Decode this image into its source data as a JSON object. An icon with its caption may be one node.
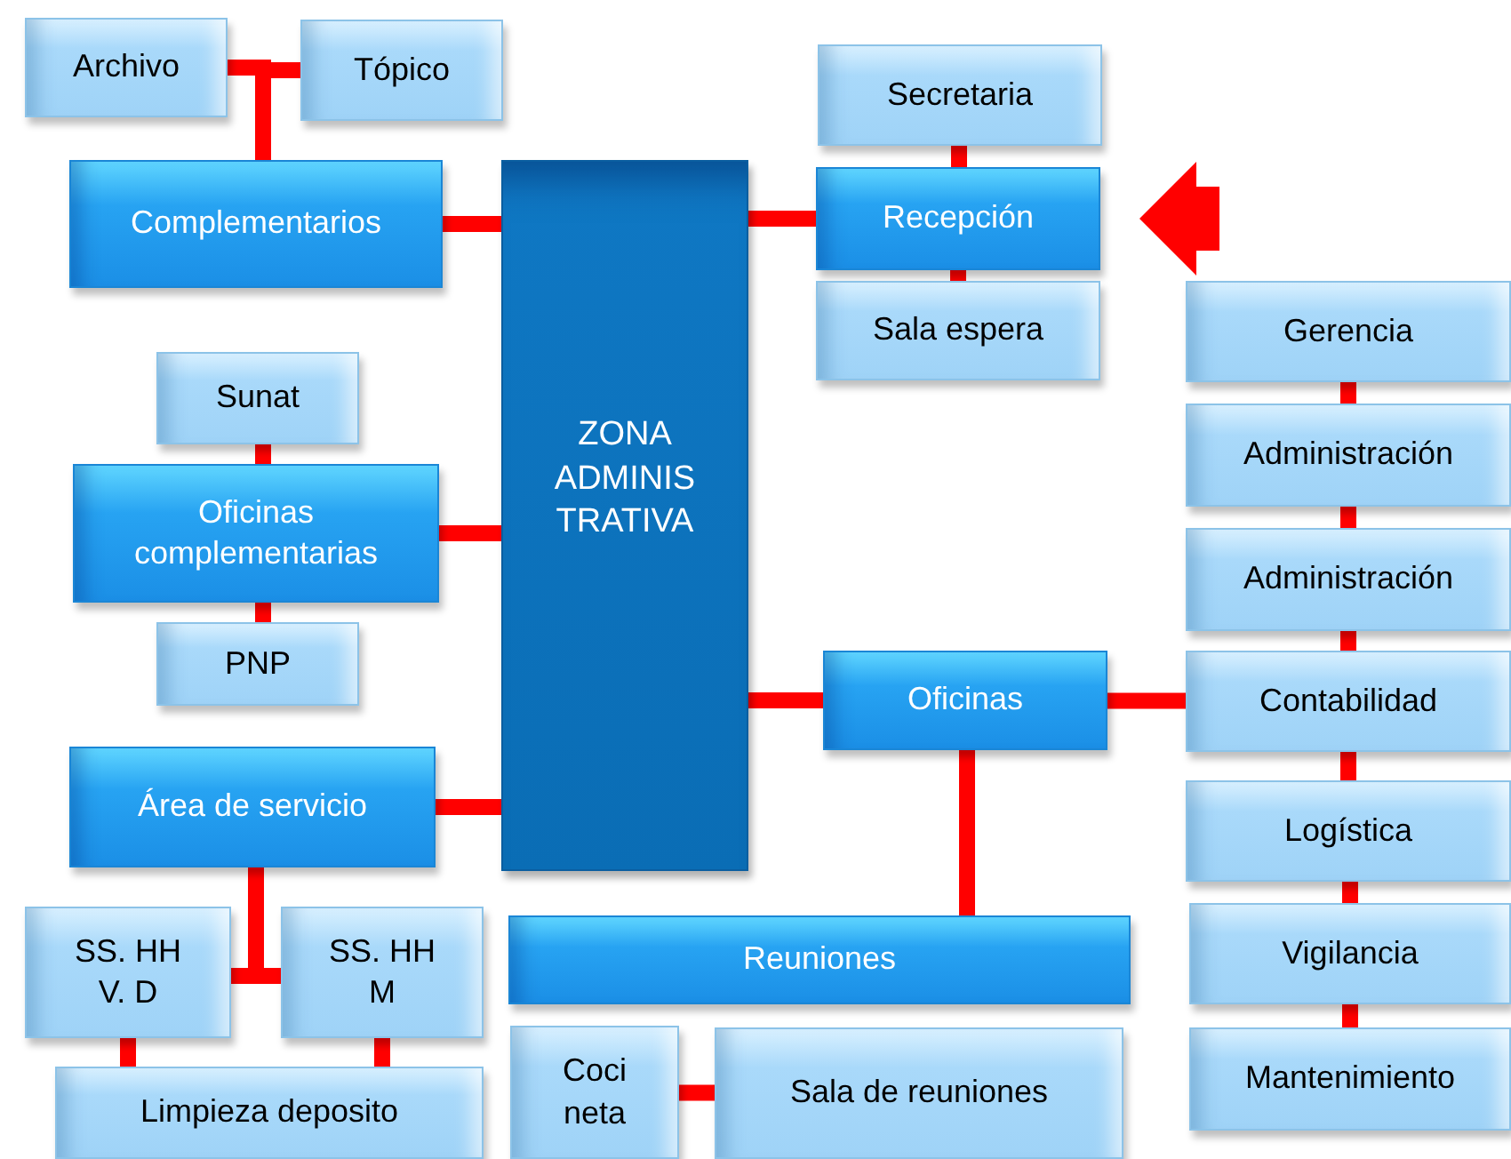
{
  "diagram": {
    "nodes": [
      {
        "text": [
          "Archivo"
        ]
      },
      {
        "text": [
          "Tópico"
        ]
      },
      {
        "text": [
          "Complementarios"
        ]
      },
      {
        "text": [
          "ZONA ADMINIS TRATIVA"
        ]
      },
      {
        "text": [
          "Secretaria"
        ]
      },
      {
        "text": [
          "Recepción"
        ]
      },
      {
        "text": [
          "Sala espera"
        ]
      },
      {
        "text": [
          "Gerencia"
        ]
      },
      {
        "text": [
          "Administración"
        ]
      },
      {
        "text": [
          "Administración"
        ]
      },
      {
        "text": [
          "Contabilidad"
        ]
      },
      {
        "text": [
          "Logística"
        ]
      },
      {
        "text": [
          "Vigilancia"
        ]
      },
      {
        "text": [
          "Mantenimiento"
        ]
      },
      {
        "text": [
          "Sunat"
        ]
      },
      {
        "text": [
          "Oficinas complementarias"
        ]
      },
      {
        "text": [
          "PNP"
        ]
      },
      {
        "text": [
          "Oficinas"
        ]
      },
      {
        "text": [
          "Área de servicio"
        ]
      },
      {
        "text": [
          "SS. HH V. D"
        ]
      },
      {
        "text": [
          "SS. HH M"
        ]
      },
      {
        "text": [
          "Reuniones"
        ]
      },
      {
        "text": [
          "Limpieza deposito"
        ]
      },
      {
        "text": [
          "Coci neta"
        ]
      },
      {
        "text": [
          "Sala de reuniones"
        ]
      }
    ],
    "edges": [
      {
        "from": 0,
        "to": 2,
        "arrow": "none"
      },
      {
        "from": 1,
        "to": 2,
        "arrow": "none"
      },
      {
        "from": 2,
        "to": 3,
        "arrow": "none"
      },
      {
        "from": 3,
        "to": 5,
        "arrow": "none"
      },
      {
        "from": 4,
        "to": 5,
        "arrow": "none"
      },
      {
        "from": 5,
        "to": 6,
        "arrow": "none"
      },
      {
        "from": null,
        "to": 5,
        "arrow": "to",
        "style": "thick"
      },
      {
        "from": 14,
        "to": 15,
        "arrow": "none"
      },
      {
        "from": 15,
        "to": 3,
        "arrow": "none"
      },
      {
        "from": 15,
        "to": 16,
        "arrow": "none"
      },
      {
        "from": 18,
        "to": 3,
        "arrow": "none"
      },
      {
        "from": 3,
        "to": 17,
        "arrow": "none"
      },
      {
        "from": 17,
        "to": 10,
        "arrow": "none"
      },
      {
        "from": 17,
        "to": 21,
        "arrow": "none"
      },
      {
        "from": 7,
        "to": 8,
        "arrow": "none"
      },
      {
        "from": 8,
        "to": 9,
        "arrow": "none"
      },
      {
        "from": 9,
        "to": 10,
        "arrow": "none"
      },
      {
        "from": 10,
        "to": 11,
        "arrow": "none"
      },
      {
        "from": 11,
        "to": 12,
        "arrow": "none"
      },
      {
        "from": 12,
        "to": 13,
        "arrow": "none"
      },
      {
        "from": 18,
        "to": 19,
        "arrow": "none"
      },
      {
        "from": 18,
        "to": 20,
        "arrow": "none"
      },
      {
        "from": 19,
        "to": 22,
        "arrow": "none"
      },
      {
        "from": 20,
        "to": 22,
        "arrow": "none"
      },
      {
        "from": 23,
        "to": 24,
        "arrow": "none"
      }
    ]
  }
}
